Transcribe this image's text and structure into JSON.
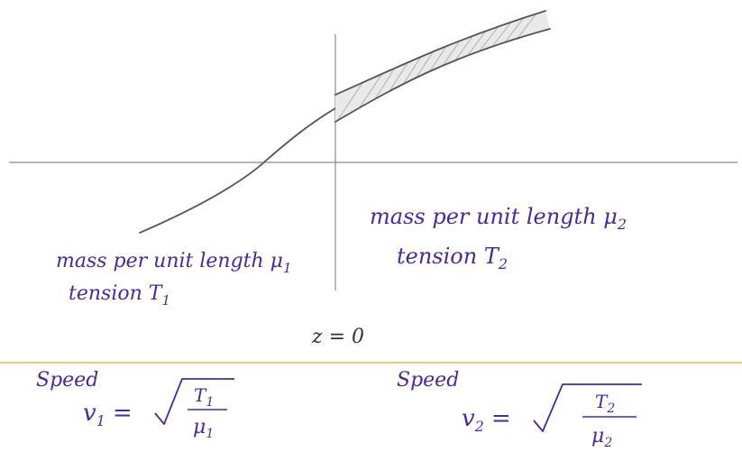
{
  "colors": {
    "pencil": "#555555",
    "axis": "#8a8a8a",
    "ink_purple": "#4a2a9a",
    "ink_dark": "#333333",
    "rule": "#e8b84a",
    "hatch": "#b0b0b0"
  },
  "labels": {
    "left_mass": "mass per unit length μ",
    "left_mass_sub": "1",
    "left_tension": "tension T",
    "left_tension_sub": "1",
    "right_mass": "mass per unit length μ",
    "right_mass_sub": "2",
    "right_tension": "tension T",
    "right_tension_sub": "2",
    "boundary": "z = 0"
  },
  "equations": {
    "left": {
      "word": "Speed",
      "lhs": "v",
      "lhs_sub": "1",
      "eq": "=",
      "numerator": "T",
      "numerator_sub": "1",
      "denominator": "μ",
      "denominator_sub": "1"
    },
    "right": {
      "word": "Speed",
      "lhs": "v",
      "lhs_sub": "2",
      "eq": "=",
      "numerator": "T",
      "numerator_sub": "2",
      "denominator": "μ",
      "denominator_sub": "2"
    }
  }
}
